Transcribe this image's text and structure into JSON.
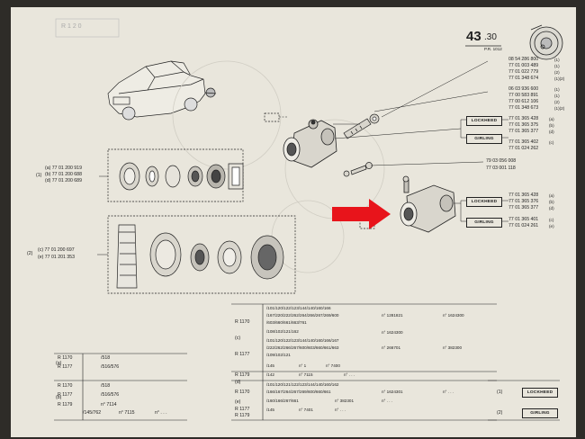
{
  "header": {
    "page_number": "43",
    "page_sub": ".30",
    "page_ref": "P.R. 1012",
    "faint_title": "R 1 2 0"
  },
  "lines": {
    "l1": {
      "ref": "08 54 286 800",
      "note": "(1)"
    },
    "l2": {
      "ref": "77 01 003 489",
      "note": "(1)"
    },
    "l3": {
      "ref": "77 01 022 779",
      "note": "(2)"
    },
    "l4": {
      "ref": "77 01 348 674",
      "note": "(1)(2)"
    },
    "l5": {
      "ref": "06 03 936 600",
      "note": "(1)"
    },
    "l6": {
      "ref": "77 00 583 891",
      "note": "(1)"
    },
    "l7": {
      "ref": "77 00 612 106",
      "note": "(2)"
    },
    "l8": {
      "ref": "77 01 348 673",
      "note": "(1)(2)"
    },
    "l9": {
      "ref": "77 01 365 428",
      "note": "(a)"
    },
    "l10": {
      "ref": "77 01 365 375",
      "note": "(b)"
    },
    "l11": {
      "ref": "77 01 365 377",
      "note": "(d)"
    },
    "l12": {
      "ref": "77 01 365 402",
      "note": "(c)"
    },
    "l13": {
      "ref": "77 01 024 262",
      "note": ""
    },
    "l14": {
      "ref": "79 03 056 008",
      "note": ""
    },
    "l15": {
      "ref": "77 03 001 118",
      "note": ""
    },
    "l16": {
      "ref": "77 01 365 428",
      "note": "(a)"
    },
    "l17": {
      "ref": "77 01 365 376",
      "note": "(b)"
    },
    "l18": {
      "ref": "77 01 365 377",
      "note": "(d)"
    },
    "l19": {
      "ref": "77 01 365 401",
      "note": "(c)"
    },
    "l20": {
      "ref": "77 01 024 261",
      "note": "(e)"
    }
  },
  "brands": {
    "lockheed": "LOCKHEED",
    "girling": "GIRLING"
  },
  "kit1": {
    "num": "(1)",
    "a": "(a) 77 01 200 919",
    "b": "(b) 77 01 200 688",
    "d": "(d) 77 01 200 689"
  },
  "kit2": {
    "num": "(2)",
    "c": "(c) 77 01 200 697",
    "e": "(e) 77 01 201 353"
  },
  "table": {
    "r1170": "R 1170",
    "r1177": "R 1177",
    "r1179": "R 1179",
    "c": "(c)",
    "d": "(d)",
    "e": "(e)",
    "c1": "/101/120/122/123/144/140/160/166",
    "c2": "/167/220/222/262/264/266/267/269/600",
    "c3": "/603/660/661/663/761",
    "c4": "/108/102/121/162",
    "c5": "/101/120/122/123/144/140/160/166/167",
    "c6": "/222/262/266/267/600/603/660/661/663",
    "c7": "/109/102/121",
    "c8": "/145",
    "c9": "/142",
    "c10": "/101/120/121/122/123/144/140/160/162",
    "c11": "/166/167/264/267/269/600/660/661",
    "c12": "/160/166/267/661",
    "c13": "/145",
    "n1": "n° 1281821",
    "n2": "n° 1624300",
    "n3": "n° 1624300",
    "n4": "n° 266701",
    "n5": "n° 382300",
    "n6": "n° 1",
    "n7": "n° 7400",
    "n8": "n° 7115",
    "n9": "n° 1624301",
    "n10": "n° 382301",
    "n11": "n° 7401",
    "dots": "n° . . ."
  },
  "legend": {
    "a": "(a)",
    "b": "(b)",
    "a1": "R 1170",
    "a1v": "/518",
    "a2": "R 1177",
    "a2v": "/516/576",
    "b1": "R 1170",
    "b1v": "/518",
    "b2": "R 1177",
    "b2v": "/516/576",
    "b3": "R 1179",
    "b3v": "n° 7114",
    "b4": "/145/762",
    "b4v": "n° 7115",
    "b4d": "n° . . ."
  },
  "key": {
    "one": "(1)",
    "two": "(2)"
  },
  "colors": {
    "paper": "#e9e6dc",
    "ink": "#222222",
    "arrow": "#e8141b",
    "background": "#2e2c28"
  }
}
